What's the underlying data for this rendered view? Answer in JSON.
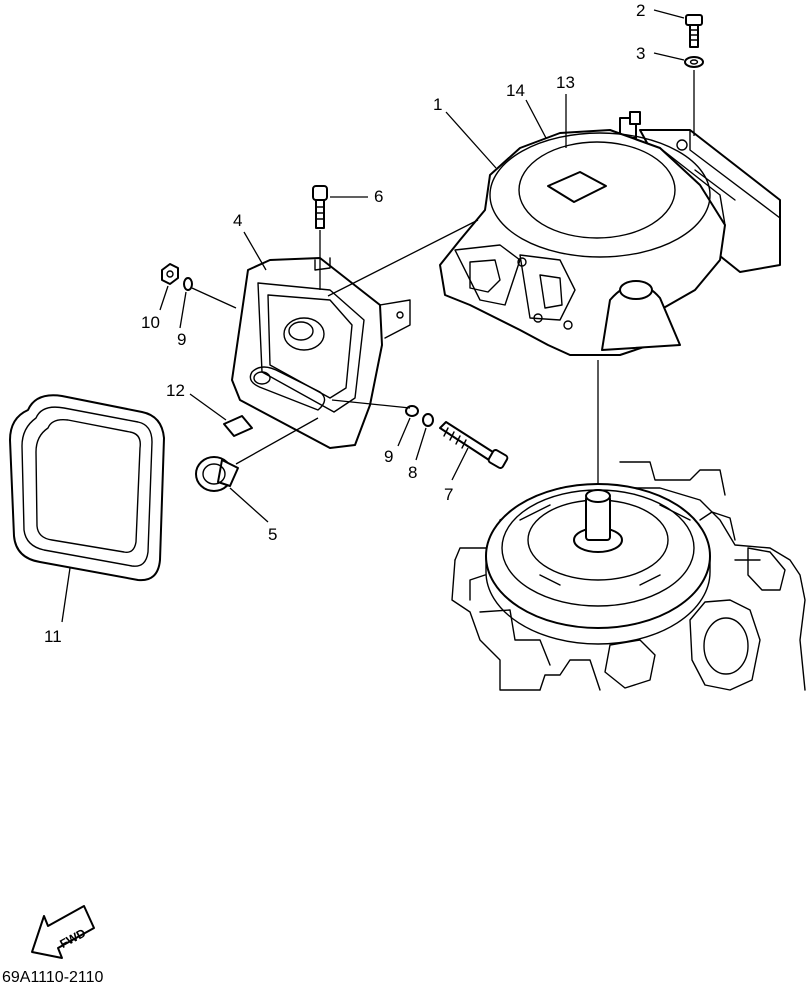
{
  "diagram": {
    "drawing_code": "69A1110-2110",
    "direction_label": "FWD",
    "callouts": {
      "c1": "1",
      "c2": "2",
      "c3": "3",
      "c4": "4",
      "c5": "5",
      "c6": "6",
      "c7": "7",
      "c8": "8",
      "c9a": "9",
      "c9b": "9",
      "c10": "10",
      "c11": "11",
      "c12": "12",
      "c13": "13",
      "c14": "14"
    }
  }
}
